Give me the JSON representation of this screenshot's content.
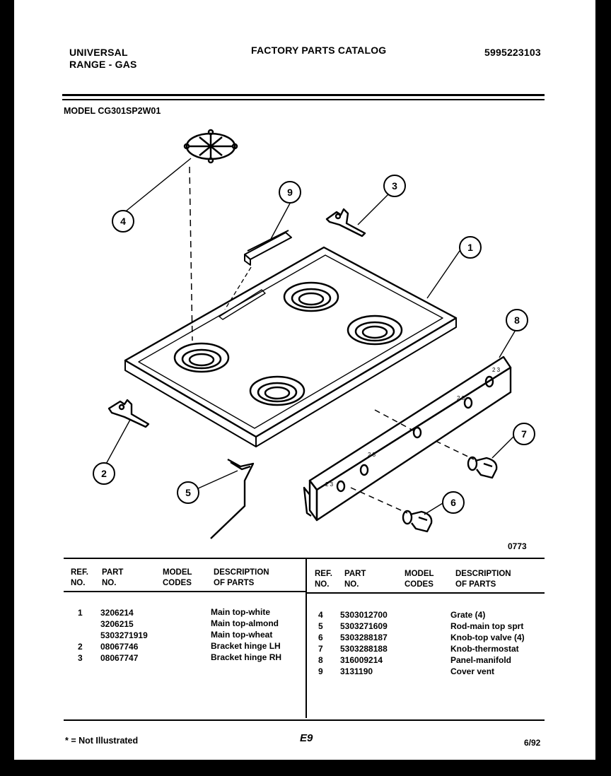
{
  "header": {
    "brand_line1": "UNIVERSAL",
    "brand_line2": "RANGE - GAS",
    "catalog_title": "FACTORY PARTS CATALOG",
    "catalog_number": "5995223103",
    "model": "MODEL CG301SP2W01"
  },
  "diagram": {
    "callouts": [
      "1",
      "2",
      "3",
      "4",
      "5",
      "6",
      "7",
      "8",
      "9"
    ],
    "figure_code": "0773"
  },
  "parts_table": {
    "columns": {
      "ref": [
        "REF.",
        "NO."
      ],
      "part": [
        "PART",
        "NO."
      ],
      "model": [
        "MODEL",
        "CODES"
      ],
      "desc": [
        "DESCRIPTION",
        "OF PARTS"
      ]
    },
    "left_rows": [
      {
        "ref": "1",
        "part": "3206214",
        "model": "",
        "desc": "Main top-white"
      },
      {
        "ref": "",
        "part": "3206215",
        "model": "",
        "desc": "Main top-almond"
      },
      {
        "ref": "",
        "part": "5303271919",
        "model": "",
        "desc": "Main top-wheat"
      },
      {
        "ref": "2",
        "part": "08067746",
        "model": "",
        "desc": "Bracket hinge LH"
      },
      {
        "ref": "3",
        "part": "08067747",
        "model": "",
        "desc": "Bracket hinge RH"
      }
    ],
    "right_rows": [
      {
        "ref": "4",
        "part": "5303012700",
        "model": "",
        "desc": "Grate (4)"
      },
      {
        "ref": "5",
        "part": "5303271609",
        "model": "",
        "desc": "Rod-main top sprt"
      },
      {
        "ref": "6",
        "part": "5303288187",
        "model": "",
        "desc": "Knob-top valve (4)"
      },
      {
        "ref": "7",
        "part": "5303288188",
        "model": "",
        "desc": "Knob-thermostat"
      },
      {
        "ref": "8",
        "part": "316009214",
        "model": "",
        "desc": "Panel-manifold"
      },
      {
        "ref": "9",
        "part": "3131190",
        "model": "",
        "desc": "Cover vent"
      }
    ]
  },
  "footer": {
    "note": "* = Not Illustrated",
    "page_code": "E9",
    "date": "6/92"
  }
}
